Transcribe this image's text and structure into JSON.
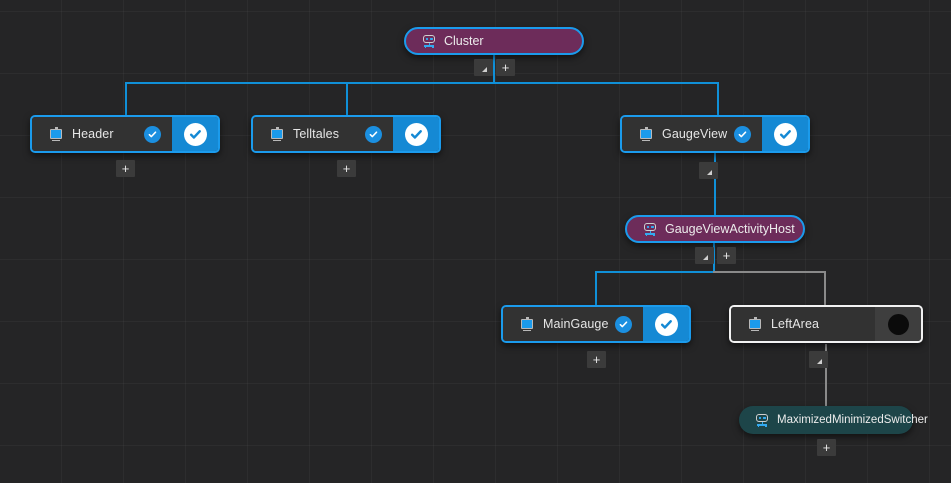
{
  "canvas": {
    "background_color": "#252526",
    "grid_line_color": "rgba(255,255,255,0.035)",
    "accent_color": "#1b9bec",
    "edge_color_primary": "#1090d8",
    "edge_color_secondary": "#8a8a8a"
  },
  "nodes": {
    "cluster": {
      "label": "Cluster",
      "type": "activity-pill",
      "icon": "activity-icon",
      "fill_color": "#6d2c5a",
      "border_color": "#1b9bec",
      "tools": [
        "collapse-button",
        "add-button"
      ]
    },
    "header": {
      "label": "Header",
      "type": "view-rect",
      "icon": "monitor-icon",
      "selected": false,
      "badge_small": "check-icon",
      "badge_large": "check-icon",
      "panel_color": "#1589d4",
      "tools": [
        "add-button"
      ]
    },
    "telltales": {
      "label": "Telltales",
      "type": "view-rect",
      "icon": "monitor-icon",
      "selected": false,
      "badge_small": "check-icon",
      "badge_large": "check-icon",
      "panel_color": "#1589d4",
      "tools": [
        "add-button"
      ]
    },
    "gaugeview": {
      "label": "GaugeView",
      "type": "view-rect",
      "icon": "monitor-icon",
      "selected": false,
      "badge_small": "check-icon",
      "badge_large": "check-icon",
      "panel_color": "#1589d4",
      "tools": [
        "collapse-button"
      ]
    },
    "gaugeviewactivityhost": {
      "label": "GaugeViewActivityHost",
      "type": "activity-pill",
      "icon": "activity-icon",
      "fill_color": "#6d2c5a",
      "border_color": "#1b9bec",
      "tools": [
        "collapse-button",
        "add-button"
      ]
    },
    "maingauge": {
      "label": "MainGauge",
      "type": "view-rect",
      "icon": "monitor-icon",
      "selected": false,
      "badge_small": "check-icon",
      "badge_large": "check-icon",
      "panel_color": "#1589d4",
      "tools": [
        "add-button"
      ]
    },
    "leftarea": {
      "label": "LeftArea",
      "type": "view-rect",
      "icon": "monitor-icon",
      "selected": true,
      "badge_large": "dot-icon",
      "panel_color": "#3e3e3e",
      "border_color": "#f2f2f2",
      "tools": [
        "collapse-button"
      ]
    },
    "maximizedminimizedswitcher": {
      "label": "MaximizedMinimizedSwitcher",
      "type": "activity-pill",
      "icon": "activity-icon",
      "fill_color": "#1d4549",
      "tools": [
        "add-button"
      ]
    }
  },
  "tools": {
    "add_label": "+",
    "collapse_label": ""
  }
}
